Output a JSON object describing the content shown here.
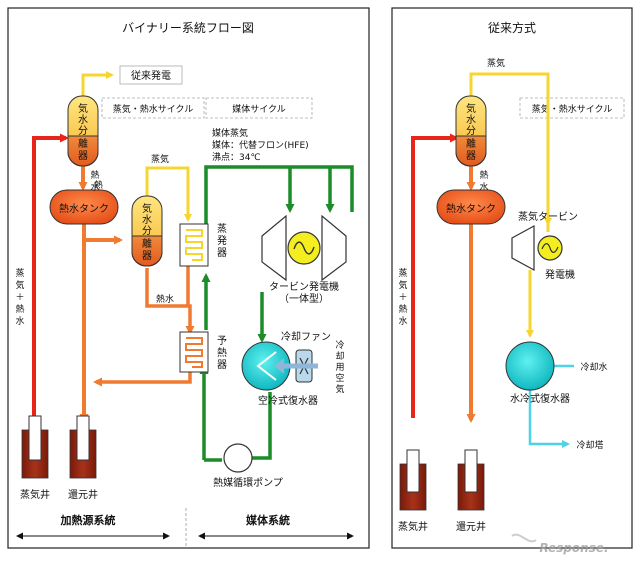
{
  "left_panel": {
    "title": "バイナリー系統フロー図",
    "conventional_power": "従来発電",
    "steam_cycle": "蒸気・熱水サイクル",
    "medium_cycle": "媒体サイクル",
    "separator": [
      "気",
      "水",
      "分",
      "離",
      "器"
    ],
    "steam": "蒸気",
    "hot_water": "熱水",
    "hot_water_tank": "熱水タンク",
    "medium_info": [
      "媒体蒸気",
      "媒体：代替フロン(HFE)",
      "沸点：34℃"
    ],
    "evaporator": [
      "蒸",
      "発",
      "器"
    ],
    "preheater": [
      "予",
      "熱",
      "器"
    ],
    "turbine_generator": [
      "タービン発電機",
      "（一体型）"
    ],
    "cooling_fan": "冷却ファン",
    "cooling_air": [
      "冷",
      "却",
      "用",
      "空",
      "気"
    ],
    "air_condenser": "空冷式復水器",
    "medium_pump": "熱媒循環ポンプ",
    "steam_plus_hot_water": [
      "蒸",
      "気",
      "＋",
      "熱",
      "水"
    ],
    "steam_well": "蒸気井",
    "return_well": "還元井",
    "heat_source_system": "加熱源系統",
    "medium_system": "媒体系統"
  },
  "right_panel": {
    "title": "従来方式",
    "steam": "蒸気",
    "steam_cycle": "蒸気・熱水サイクル",
    "separator": [
      "気",
      "水",
      "分",
      "離",
      "器"
    ],
    "hot_water": [
      "熱",
      "水"
    ],
    "hot_water_tank": "熱水タンク",
    "steam_turbine": "蒸気タービン",
    "generator": "発電機",
    "steam_plus_hot_water": [
      "蒸",
      "気",
      "＋",
      "熱",
      "水"
    ],
    "cooling_water": "冷却水",
    "water_condenser": "水冷式復水器",
    "cooling_tower": "冷却塔",
    "steam_well": "蒸気井",
    "return_well": "還元井"
  },
  "watermark": "Response."
}
